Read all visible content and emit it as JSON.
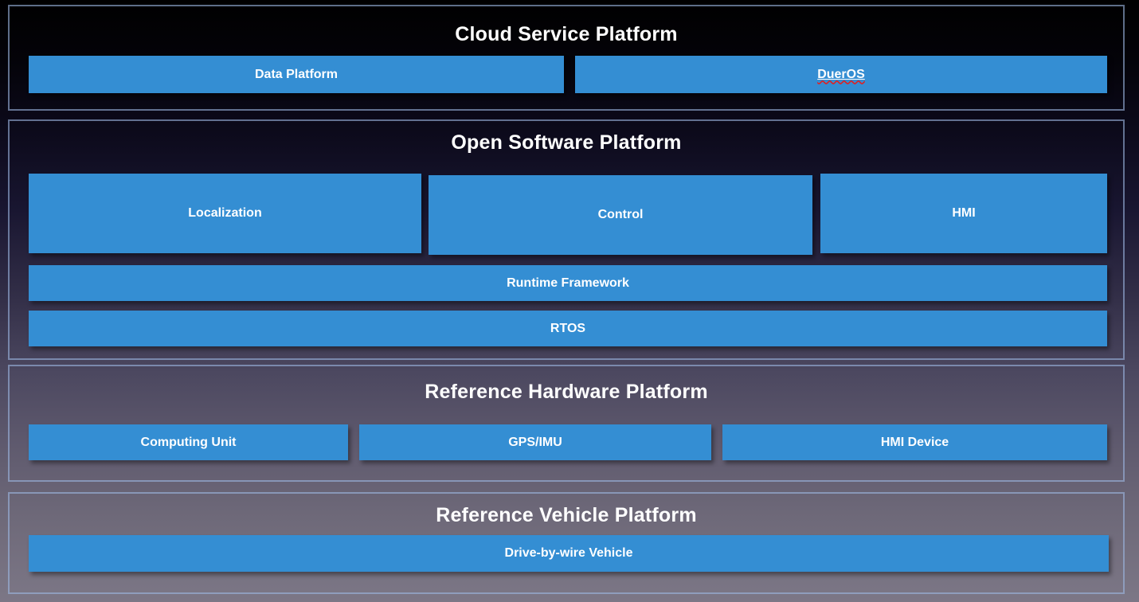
{
  "colors": {
    "accent": "#348ed3",
    "section_border": "#9cb8e2",
    "background_top": "#000000",
    "background_bottom": "#7c7786",
    "label_text": "#ffffff",
    "spellcheck_underline": "#e02020"
  },
  "sections": {
    "cloud": {
      "title": "Cloud Service Platform",
      "boxes": {
        "data_platform": "Data Platform",
        "dueros": "DuerOS"
      }
    },
    "software": {
      "title": "Open Software Platform",
      "boxes": {
        "localization": "Localization",
        "control": "Control",
        "hmi": "HMI",
        "runtime": "Runtime Framework",
        "rtos": "RTOS"
      }
    },
    "hardware": {
      "title": "Reference Hardware Platform",
      "boxes": {
        "computing_unit": "Computing Unit",
        "gps_imu": "GPS/IMU",
        "hmi_device": "HMI Device"
      }
    },
    "vehicle": {
      "title": "Reference Vehicle Platform",
      "boxes": {
        "drive_by_wire": "Drive-by-wire Vehicle"
      }
    }
  }
}
